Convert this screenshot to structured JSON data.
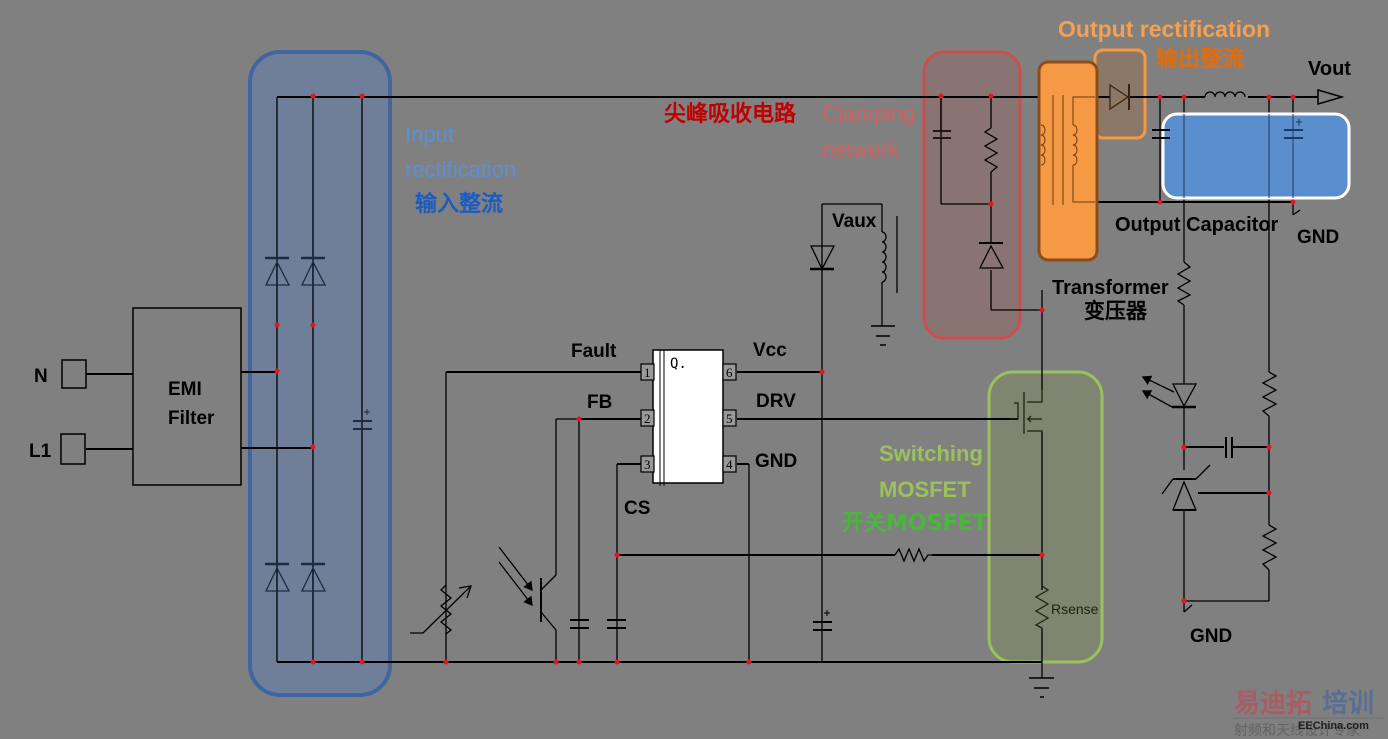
{
  "colors": {
    "background": "#808080",
    "input_rect_region": "#6f7f99",
    "input_rect_border": "#3f66a0",
    "input_rect_text_en": "#5b8fd6",
    "input_rect_text_cn": "#1a5cc0",
    "clamp_region": "#8a7373",
    "clamp_border": "#c9504f",
    "clamp_text_cn": "#c00000",
    "clamp_text_en": "#d26060",
    "transformer_fill": "#f59945",
    "transformer_border": "#8a4e1c",
    "output_rect_text": "#f5a050",
    "output_rect_text_cn": "#e46c0a",
    "output_cap_fill": "#5b8ecc",
    "mosfet_border": "#9bc25a",
    "mosfet_text_en": "#9bc25a",
    "mosfet_text_cn": "#4ab63c",
    "junction": "#e8141e"
  },
  "labels": {
    "input_rectification_en_line1": "Input",
    "input_rectification_en_line2": "rectification",
    "input_rectification_cn": "输入整流",
    "clamping_cn": "尖峰吸收电路",
    "clamping_en_line1": "Clamping",
    "clamping_en_line2": "network",
    "output_rectification_en": "Output rectification",
    "output_rectification_cn": "输出整流",
    "vout": "Vout",
    "output_capacitor": "Output Capacitor",
    "gnd_top": "GND",
    "transformer_en": "Transformer",
    "transformer_cn": "变压器",
    "vaux": "Vaux",
    "switching_line1": "Switching",
    "switching_line2": "MOSFET",
    "switching_cn": "开关MOSFET",
    "rsense": "Rsense",
    "gnd_bottom": "GND",
    "n_terminal": "N",
    "l1_terminal": "L1",
    "emi_line1": "EMI",
    "emi_line2": "Filter"
  },
  "ic": {
    "marker": "Q.",
    "pins": [
      {
        "num": "1",
        "name": "Fault"
      },
      {
        "num": "2",
        "name": "FB"
      },
      {
        "num": "3",
        "name": "CS"
      },
      {
        "num": "4",
        "name": "GND"
      },
      {
        "num": "5",
        "name": "DRV"
      },
      {
        "num": "6",
        "name": "Vcc"
      }
    ]
  },
  "watermark": {
    "brand_red": "易迪拓",
    "brand_blue": "培训",
    "subtitle": "射频和天线设计专家",
    "site": "EEChina.com"
  }
}
